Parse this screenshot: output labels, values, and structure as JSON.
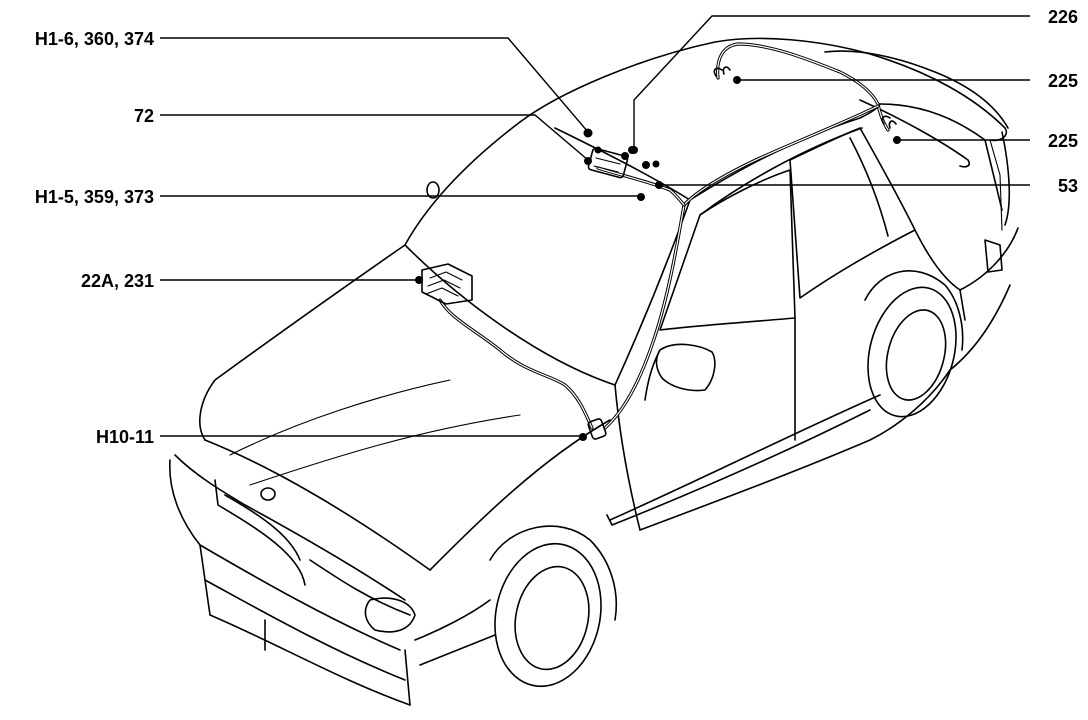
{
  "diagram": {
    "callouts": [
      {
        "id": "h1-6",
        "text": "H1-6, 360, 374"
      },
      {
        "id": "72",
        "text": "72"
      },
      {
        "id": "h1-5",
        "text": "H1-5, 359, 373"
      },
      {
        "id": "22a",
        "text": "22A, 231"
      },
      {
        "id": "h10",
        "text": "H10-11"
      },
      {
        "id": "226",
        "text": "226"
      },
      {
        "id": "225a",
        "text": "225"
      },
      {
        "id": "225b",
        "text": "225"
      },
      {
        "id": "53",
        "text": "53"
      }
    ]
  }
}
